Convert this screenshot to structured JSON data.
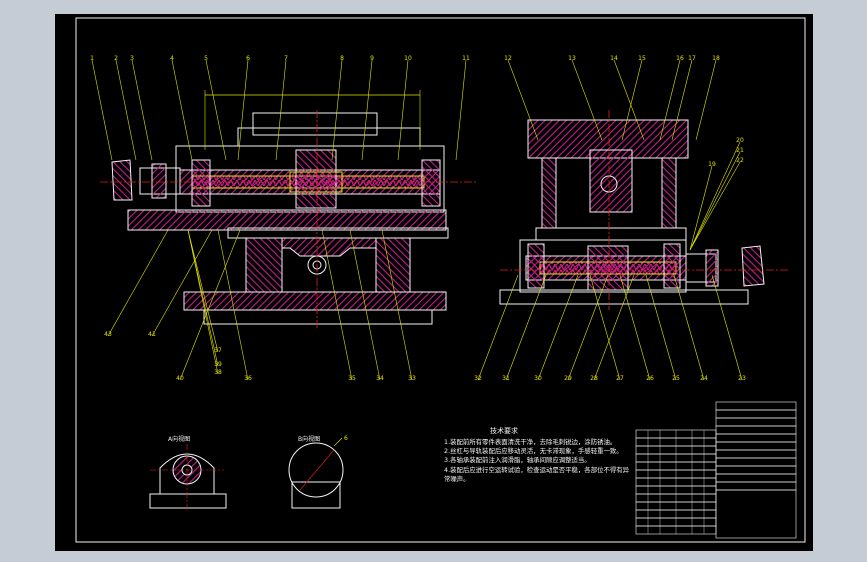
{
  "colors": {
    "frame_bg": "#c6ccd6",
    "paper": "#000000",
    "line_white": "#f4f4f4",
    "line_yellow": "#e4e400",
    "hatch_magenta": "#c0208c",
    "centerline_red": "#e41e1e",
    "line_cyan": "#20e0e0",
    "line_green": "#22d622"
  },
  "callouts": {
    "front_top": [
      "1",
      "2",
      "3",
      "4",
      "5",
      "6",
      "7",
      "8",
      "9",
      "10",
      "11"
    ],
    "front_bottom": [
      "43",
      "41",
      "40",
      "37",
      "36",
      "39",
      "38",
      "35",
      "34",
      "33"
    ],
    "side_top": [
      "12",
      "13",
      "14",
      "15",
      "16",
      "17",
      "18"
    ],
    "side_right": [
      "19",
      "20",
      "21",
      "22"
    ],
    "side_bottom": [
      "32",
      "31",
      "30",
      "29",
      "28",
      "27",
      "26",
      "25",
      "24",
      "23"
    ]
  },
  "detail_views": {
    "left_label": "A向视图",
    "right_label": "B向视图",
    "right_balloon": "6"
  },
  "technical_requirements": {
    "title": "技术要求",
    "items": [
      "1.装配前所有零件表面清洗干净，去除毛刺锐边，涂防锈油。",
      "2.丝杠与导轨装配后应移动灵活，无卡滞现象，手感轻重一致。",
      "3.各轴承装配前注入润滑脂，轴承间隙应调整适当。",
      "4.装配后应进行空运转试验，检查运动是否平稳，各部位不得有异常噪声。"
    ]
  }
}
